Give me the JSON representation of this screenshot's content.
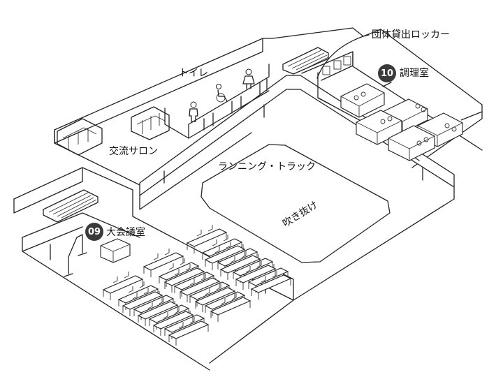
{
  "labels": {
    "locker": "団体貸出ロッカー",
    "toilet": "トイレ",
    "kitchen": "調理室",
    "salon": "交流サロン",
    "track": "ランニング・トラック",
    "void": "吹き抜け",
    "hall": "大会議室"
  },
  "badges": {
    "kitchen": "10",
    "hall": "09"
  }
}
